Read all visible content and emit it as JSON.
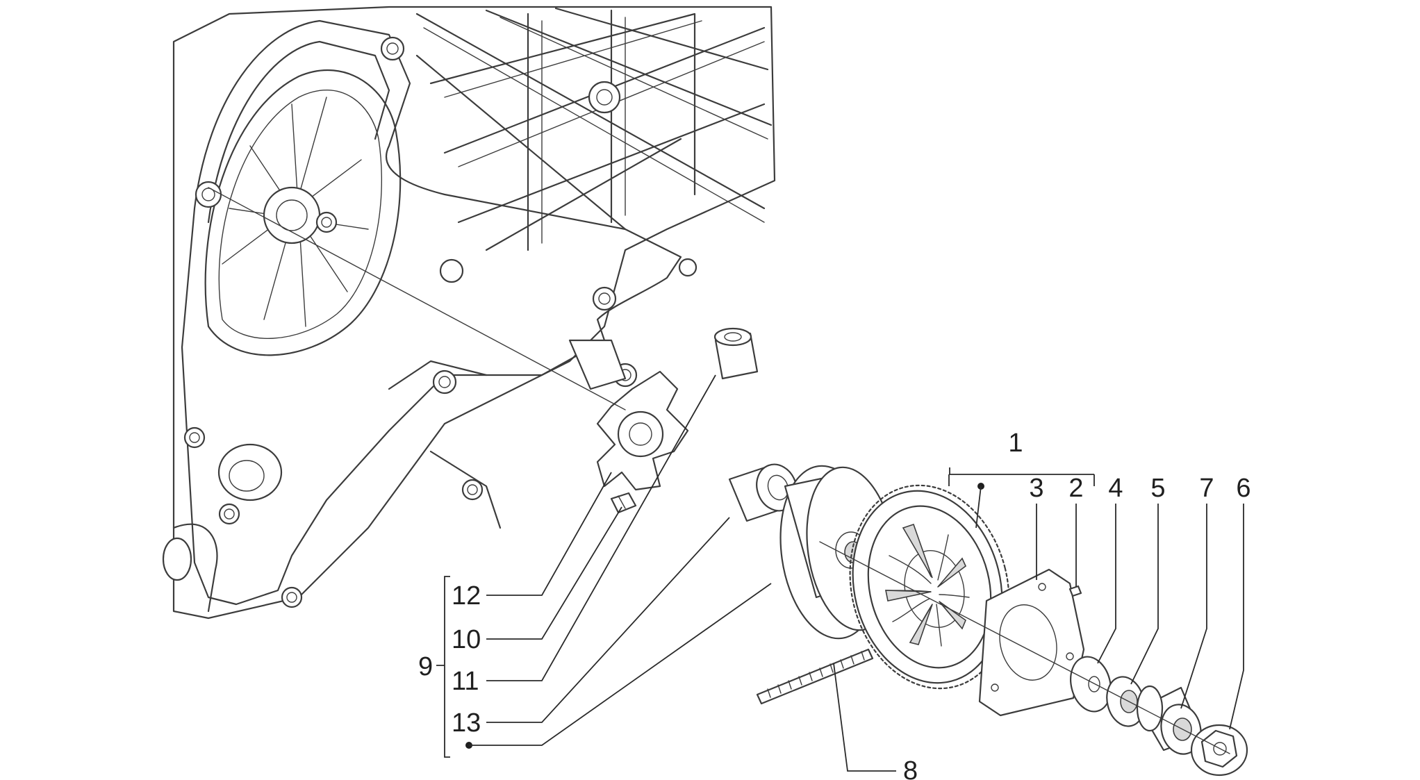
{
  "callouts": {
    "c1": "1",
    "c2": "2",
    "c3": "3",
    "c4": "4",
    "c5": "5",
    "c6": "6",
    "c7": "7",
    "c8": "8",
    "c9": "9",
    "c10": "10",
    "c11": "11",
    "c12": "12",
    "c13": "13"
  },
  "colors": {
    "line": "#3c3c3c",
    "shade": "#d9d9d9",
    "background": "#ffffff"
  }
}
